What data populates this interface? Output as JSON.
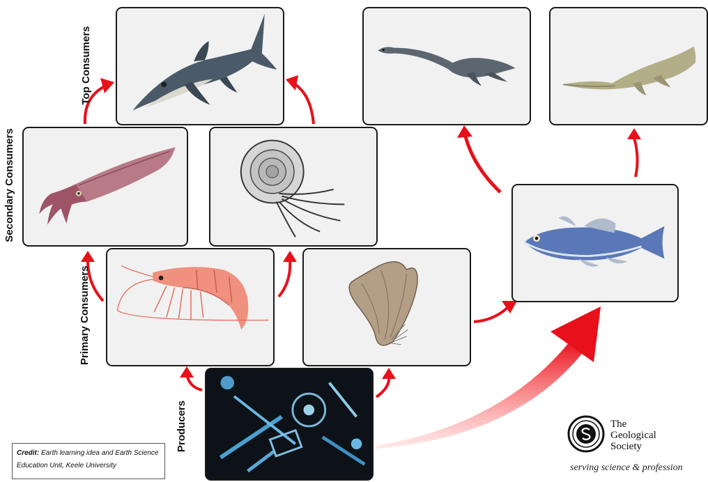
{
  "levels": {
    "top": "Top Consumers",
    "secondary": "Secondary Consumers",
    "primary": "Primary Consumers",
    "producers": "Producers"
  },
  "organisms": [
    {
      "id": "ichthyosaur",
      "level": "top"
    },
    {
      "id": "plesiosaur",
      "level": "top"
    },
    {
      "id": "pliosaur",
      "level": "top"
    },
    {
      "id": "belemnite",
      "level": "secondary"
    },
    {
      "id": "ammonite",
      "level": "secondary"
    },
    {
      "id": "fish",
      "level": "secondary"
    },
    {
      "id": "shrimp",
      "level": "primary"
    },
    {
      "id": "mussels",
      "level": "primary"
    },
    {
      "id": "plankton",
      "level": "producers"
    }
  ],
  "credit": {
    "label": "Credit:",
    "text": " Earth learning idea and Earth Science",
    "line2": "Education Unit, Keele University"
  },
  "logo": {
    "line1": "The",
    "line2": "Geological",
    "line3": "Society",
    "tagline": "serving science & profession"
  },
  "colors": {
    "arrow": "#e8101a",
    "box_border": "#1a1a1a",
    "box_fill": "#f1f1f1"
  }
}
